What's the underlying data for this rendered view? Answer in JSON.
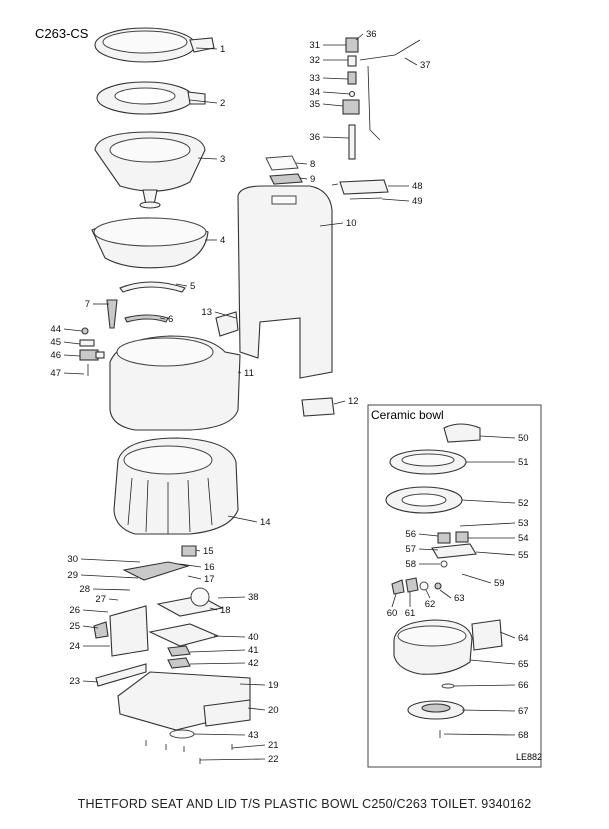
{
  "model_label": "C263-CS",
  "inset_title": "Ceramic bowl",
  "drawing_code": "LE882",
  "caption": "THETFORD SEAT AND LID T/S PLASTIC BOWL C250/C263 TOILET. 9340162",
  "callouts": [
    {
      "id": "1",
      "text": "1"
    },
    {
      "id": "2",
      "text": "2"
    },
    {
      "id": "3",
      "text": "3"
    },
    {
      "id": "4",
      "text": "4"
    },
    {
      "id": "5",
      "text": "5"
    },
    {
      "id": "6",
      "text": "6"
    },
    {
      "id": "7",
      "text": "7"
    },
    {
      "id": "8",
      "text": "8"
    },
    {
      "id": "9",
      "text": "9"
    },
    {
      "id": "10",
      "text": "10"
    },
    {
      "id": "11",
      "text": "11"
    },
    {
      "id": "12",
      "text": "12"
    },
    {
      "id": "13",
      "text": "13"
    },
    {
      "id": "14",
      "text": "14"
    },
    {
      "id": "15",
      "text": "15"
    },
    {
      "id": "16",
      "text": "16"
    },
    {
      "id": "17",
      "text": "17"
    },
    {
      "id": "18",
      "text": "18"
    },
    {
      "id": "19",
      "text": "19"
    },
    {
      "id": "20",
      "text": "20"
    },
    {
      "id": "21",
      "text": "21"
    },
    {
      "id": "22",
      "text": "22"
    },
    {
      "id": "23",
      "text": "23"
    },
    {
      "id": "24",
      "text": "24"
    },
    {
      "id": "25",
      "text": "25"
    },
    {
      "id": "26",
      "text": "26"
    },
    {
      "id": "27",
      "text": "27"
    },
    {
      "id": "28",
      "text": "28"
    },
    {
      "id": "29",
      "text": "29"
    },
    {
      "id": "30",
      "text": "30"
    },
    {
      "id": "31",
      "text": "31"
    },
    {
      "id": "32",
      "text": "32"
    },
    {
      "id": "33",
      "text": "33"
    },
    {
      "id": "34",
      "text": "34"
    },
    {
      "id": "35",
      "text": "35"
    },
    {
      "id": "36a",
      "text": "36"
    },
    {
      "id": "36b",
      "text": "36"
    },
    {
      "id": "37",
      "text": "37"
    },
    {
      "id": "38",
      "text": "38"
    },
    {
      "id": "40",
      "text": "40"
    },
    {
      "id": "41",
      "text": "41"
    },
    {
      "id": "42",
      "text": "42"
    },
    {
      "id": "43",
      "text": "43"
    },
    {
      "id": "44",
      "text": "44"
    },
    {
      "id": "45",
      "text": "45"
    },
    {
      "id": "46",
      "text": "46"
    },
    {
      "id": "47",
      "text": "47"
    },
    {
      "id": "48",
      "text": "48"
    },
    {
      "id": "49",
      "text": "49"
    },
    {
      "id": "50",
      "text": "50"
    },
    {
      "id": "51",
      "text": "51"
    },
    {
      "id": "52",
      "text": "52"
    },
    {
      "id": "53",
      "text": "53"
    },
    {
      "id": "54",
      "text": "54"
    },
    {
      "id": "55",
      "text": "55"
    },
    {
      "id": "56",
      "text": "56"
    },
    {
      "id": "57",
      "text": "57"
    },
    {
      "id": "58",
      "text": "58"
    },
    {
      "id": "59",
      "text": "59"
    },
    {
      "id": "60",
      "text": "60"
    },
    {
      "id": "61",
      "text": "61"
    },
    {
      "id": "62",
      "text": "62"
    },
    {
      "id": "63",
      "text": "63"
    },
    {
      "id": "64",
      "text": "64"
    },
    {
      "id": "65",
      "text": "65"
    },
    {
      "id": "66",
      "text": "66"
    },
    {
      "id": "67",
      "text": "67"
    },
    {
      "id": "68",
      "text": "68"
    }
  ]
}
